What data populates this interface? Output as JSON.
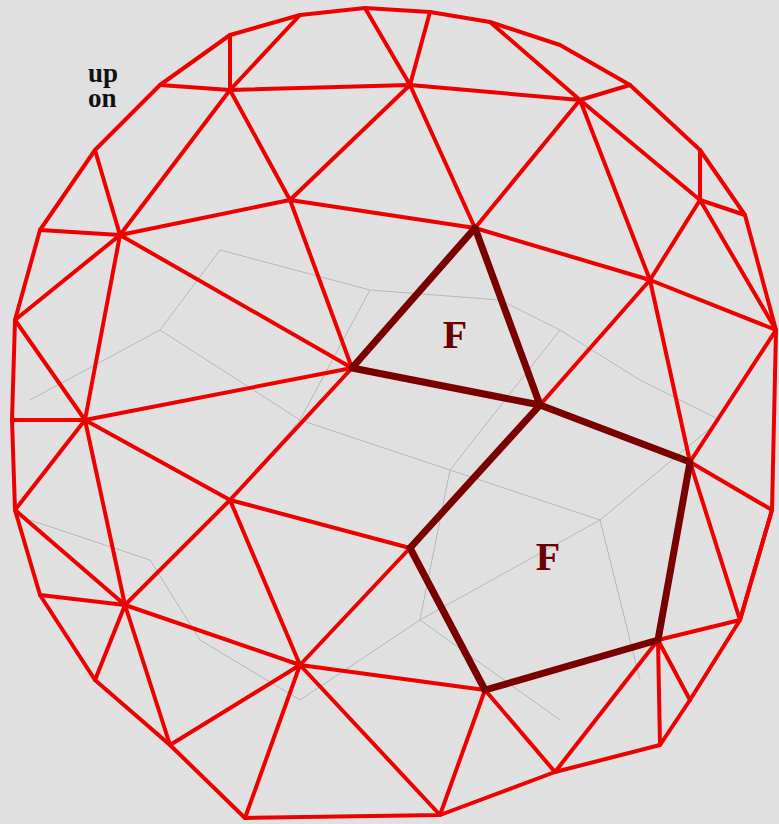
{
  "diagram": {
    "nodes": [
      {
        "text": [
          "F"
        ]
      },
      {
        "text": [
          "F"
        ]
      }
    ],
    "labels": [
      "up",
      "on"
    ]
  }
}
